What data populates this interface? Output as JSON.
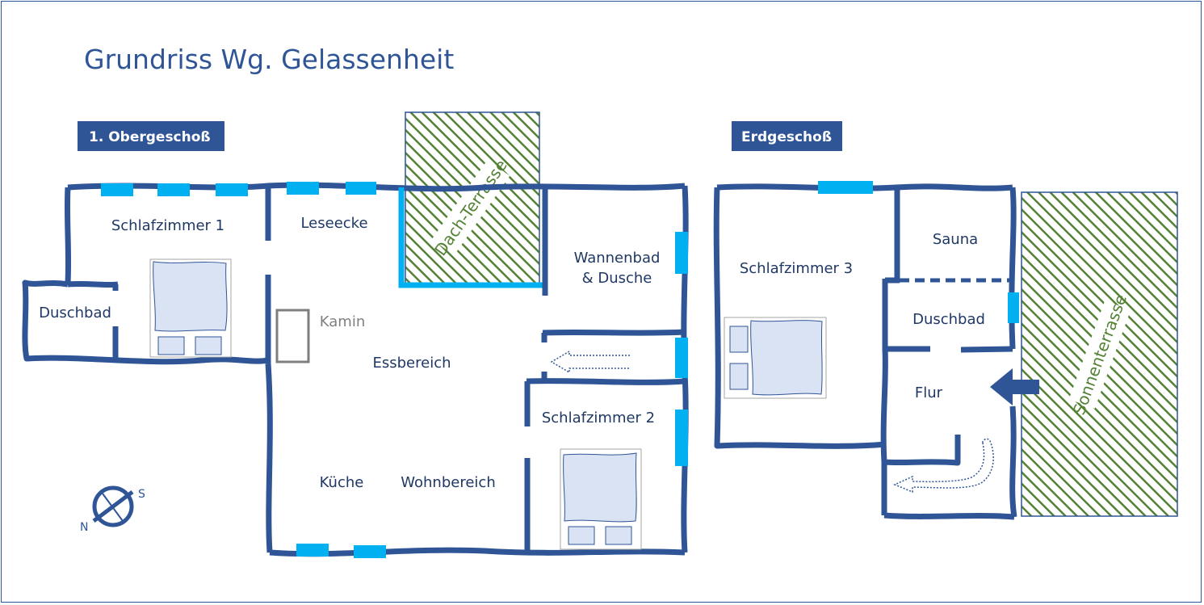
{
  "title": "Grundriss Wg. Gelassenheit",
  "floors": {
    "upper": "1. Obergeschoß",
    "ground": "Erdgeschoß"
  },
  "rooms": {
    "schlafzimmer1": "Schlafzimmer 1",
    "duschbad_og": "Duschbad",
    "leseecke": "Leseecke",
    "kamin": "Kamin",
    "essbereich": "Essbereich",
    "kueche": "Küche",
    "wohnbereich": "Wohnbereich",
    "wannenbad_line1": "Wannenbad",
    "wannenbad_line2": "& Dusche",
    "schlafzimmer2": "Schlafzimmer 2",
    "schlafzimmer3": "Schlafzimmer 3",
    "sauna": "Sauna",
    "duschbad_eg": "Duschbad",
    "flur": "Flur"
  },
  "terraces": {
    "dach": "Dach-Terrasse",
    "sonnen": "Sonnenterrasse"
  },
  "compass": {
    "north": "N",
    "south": "S"
  },
  "colors": {
    "wall": "#2F5597",
    "window": "#00B0F0",
    "badge": "#2F5597",
    "terrace_hatch": "#548235",
    "bed_fill": "#DAE3F3"
  }
}
